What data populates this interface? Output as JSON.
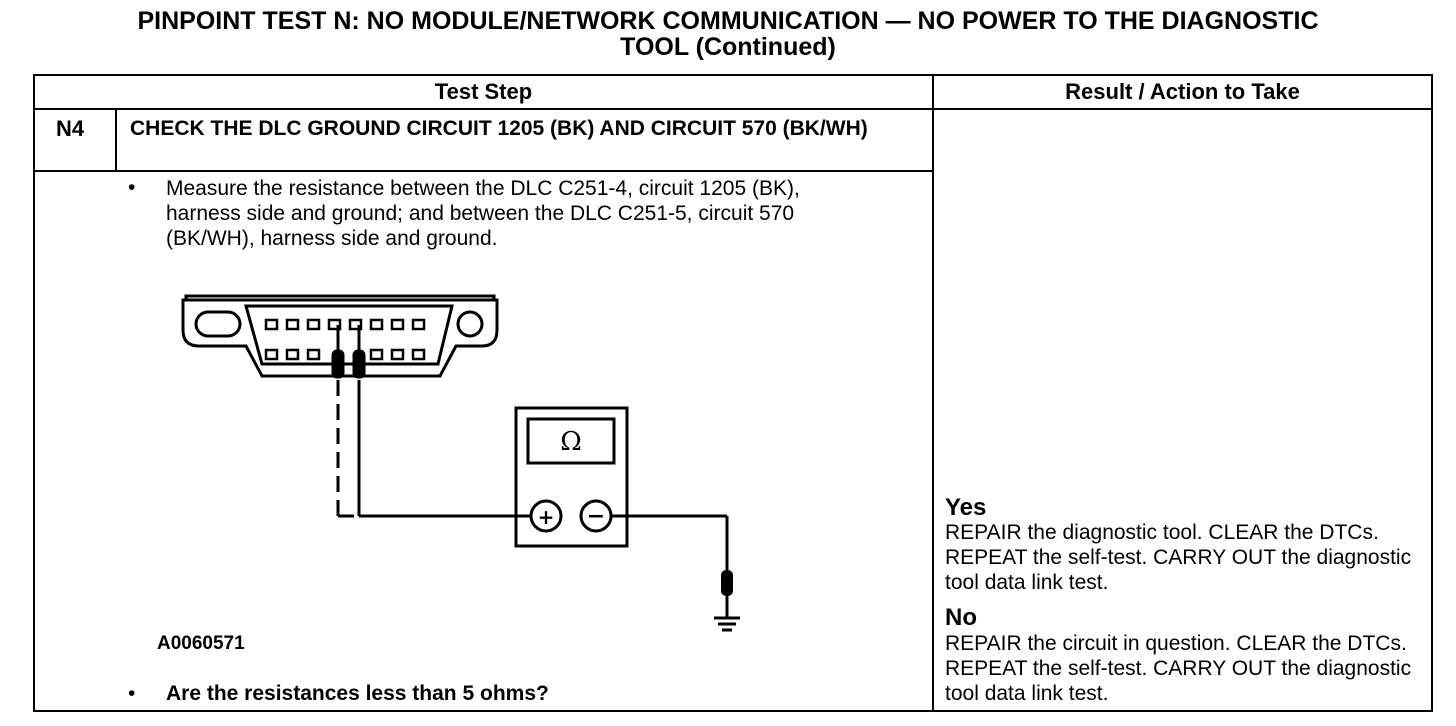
{
  "title": {
    "line1": "PINPOINT TEST N: NO MODULE/NETWORK COMMUNICATION — NO POWER TO THE DIAGNOSTIC",
    "line2": "TOOL (Continued)"
  },
  "table": {
    "header_test_step": "Test Step",
    "header_result": "Result / Action to Take",
    "step_id": "N4",
    "step_title": "CHECK THE DLC GROUND CIRCUIT 1205 (BK) AND CIRCUIT 570 (BK/WH)",
    "instruction": "Measure the resistance between the DLC C251-4, circuit 1205 (BK), harness side and ground; and between the DLC C251-5, circuit 570 (BK/WH), harness side and ground.",
    "figure_id": "A0060571",
    "question": "Are the resistances less than 5 ohms?",
    "bullet_symbol": "•"
  },
  "diagram": {
    "meter_symbol": "Ω",
    "plus_symbol": "+",
    "minus_symbol": "−"
  },
  "results": {
    "yes_label": "Yes",
    "yes_text": "REPAIR the diagnostic tool. CLEAR the DTCs. REPEAT the self-test. CARRY OUT the diagnostic tool data link test.",
    "no_label": "No",
    "no_text": "REPAIR the circuit in question. CLEAR the DTCs. REPEAT the self-test. CARRY OUT the diagnostic tool data link test."
  }
}
